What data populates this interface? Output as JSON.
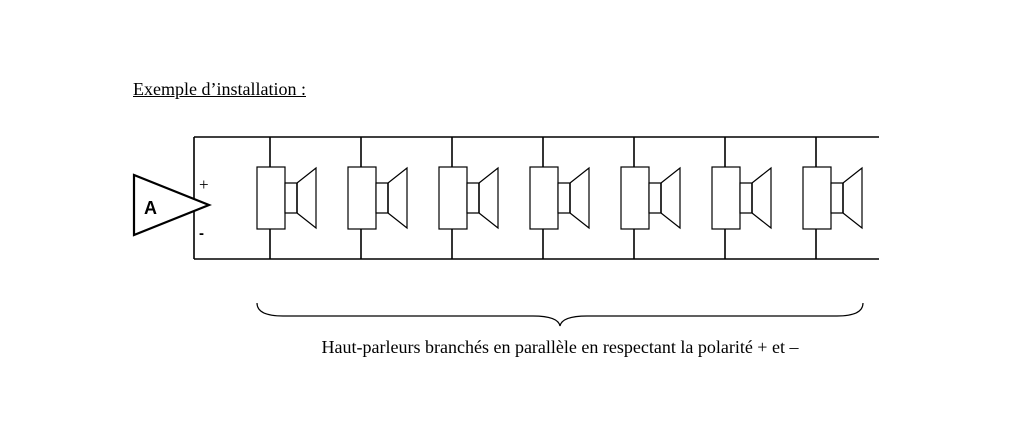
{
  "title": "Exemple d’installation :",
  "amplifier": {
    "label": "A",
    "positive_label": "+",
    "negative_label": "-"
  },
  "speakers": {
    "count": 7
  },
  "caption": "Haut-parleurs branchés en parallèle en respectant la polarité + et –"
}
